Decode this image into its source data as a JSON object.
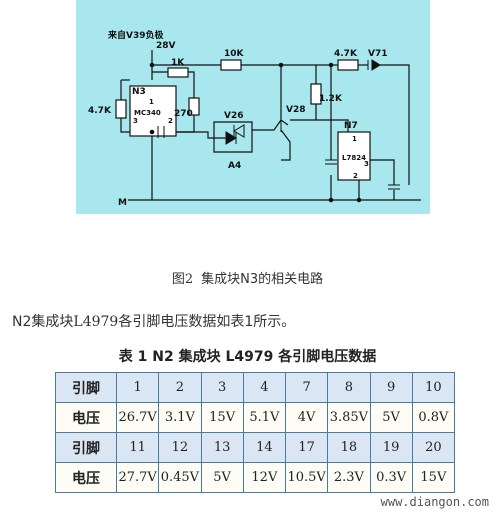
{
  "schematic": {
    "source_label": "来自V39负极",
    "voltage_label": "28V",
    "r_10k": "10K",
    "r_1k": "1K",
    "r_47k_left": "4.7K",
    "r_270": "270",
    "r_47k_right": "4.7K",
    "r_12k": "1.2K",
    "n3": "N3",
    "n3_chip": "MC340",
    "n3_pin1": "1",
    "n3_pin2": "2",
    "n3_pin3": "3",
    "v26": "V26",
    "a4": "A4",
    "v28": "V28",
    "v71": "V71",
    "n7": "N7",
    "n7_chip": "L7824",
    "n7_pin1": "1",
    "n7_pin2": "2",
    "n7_pin3": "3",
    "ground": "M"
  },
  "caption": {
    "number": "图2",
    "text": "集成块N3的相关电路"
  },
  "sentence": {
    "part1": "N2集成块",
    "chip": "L4979",
    "part2": "各引脚电压数据如表1所示。"
  },
  "table": {
    "title": "表 1   N2 集成块 L4979 各引脚电压数据",
    "rows": [
      {
        "kind": "pin",
        "header": "引脚",
        "cells": [
          "1",
          "2",
          "3",
          "4",
          "7",
          "8",
          "9",
          "10"
        ]
      },
      {
        "kind": "vol",
        "header": "电压",
        "cells": [
          "26.7V",
          "3.1V",
          "15V",
          "5.1V",
          "4V",
          "3.85V",
          "5V",
          "0.8V"
        ]
      },
      {
        "kind": "pin",
        "header": "引脚",
        "cells": [
          "11",
          "12",
          "13",
          "14",
          "17",
          "18",
          "19",
          "20"
        ]
      },
      {
        "kind": "vol",
        "header": "电压",
        "cells": [
          "27.7V",
          "0.45V",
          "5V",
          "12V",
          "10.5V",
          "2.3V",
          "0.3V",
          "15V"
        ]
      }
    ]
  },
  "watermark": "www.diangon.com",
  "colors": {
    "schematic_bg": "#a9e7ee",
    "table_border": "#4a7aa0",
    "pin_row": "#dbe6f4",
    "volt_row": "#fdfdf6"
  }
}
